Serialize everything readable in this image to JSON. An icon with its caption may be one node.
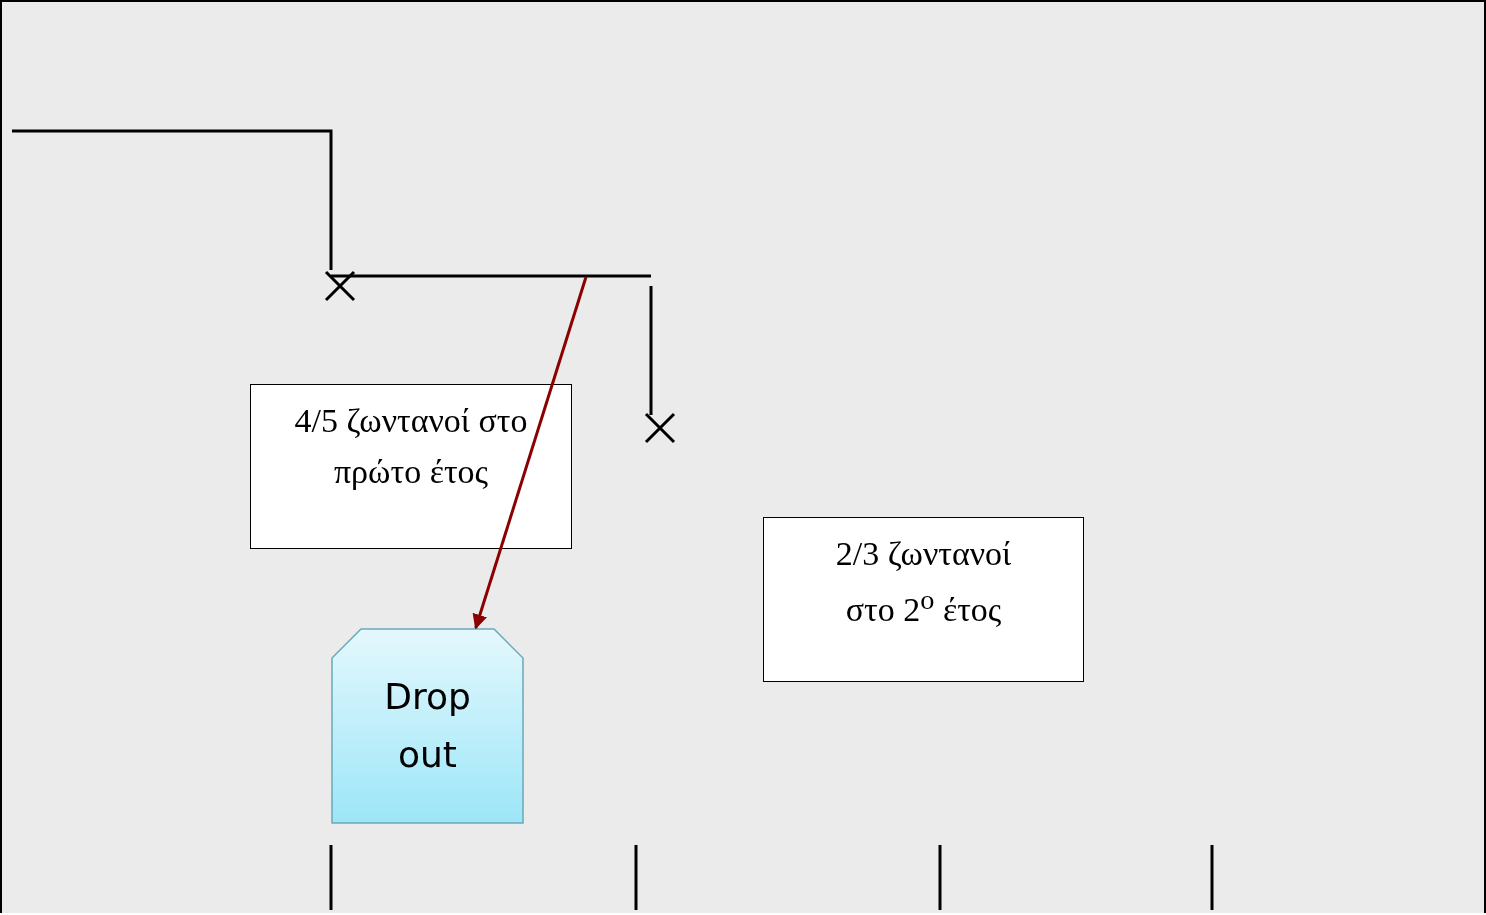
{
  "diagram": {
    "nodes": [
      {
        "text": [
          "4/5 ζωντανοί στο πρώτο έτος"
        ]
      },
      {
        "text": [
          "2/3 ζωντανοί στο 2$^{ο}$ έτος"
        ]
      },
      {
        "text": [
          "Drop out"
        ]
      }
    ],
    "edges": [
      {
        "from": null,
        "to": 2,
        "arrow": "to",
        "color": "#8b0000"
      }
    ]
  }
}
